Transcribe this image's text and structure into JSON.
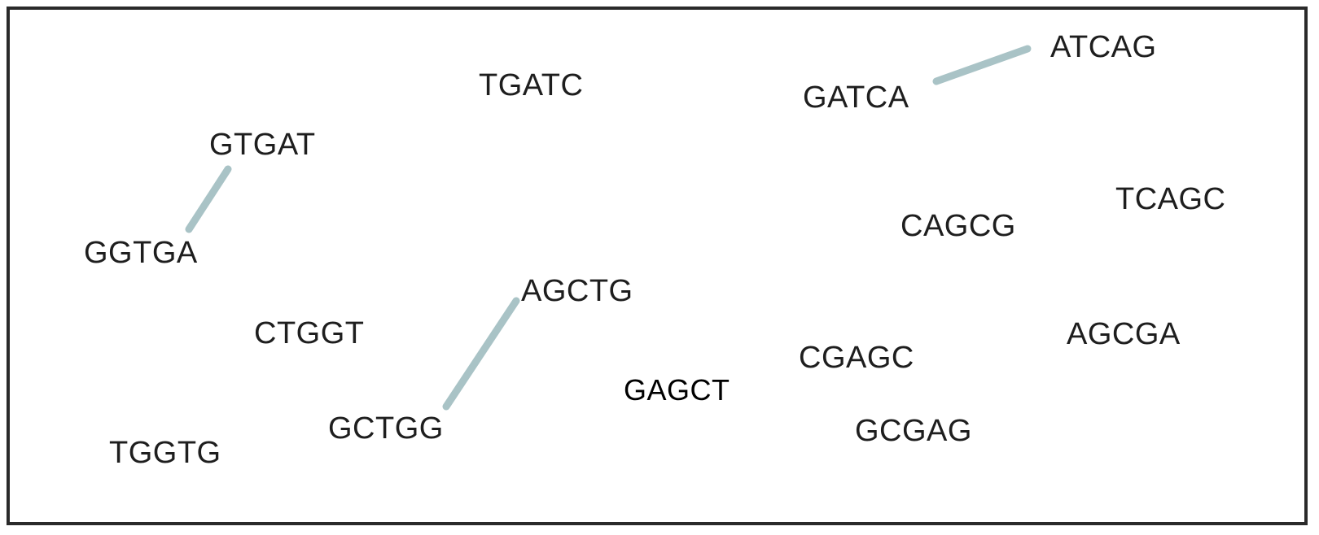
{
  "diagram": {
    "nodes": [
      {
        "id": "TGATC",
        "label": "TGATC"
      },
      {
        "id": "ATCAG",
        "label": "ATCAG"
      },
      {
        "id": "GATCA",
        "label": "GATCA"
      },
      {
        "id": "GTGAT",
        "label": "GTGAT"
      },
      {
        "id": "TCAGC",
        "label": "TCAGC"
      },
      {
        "id": "CAGCG",
        "label": "CAGCG"
      },
      {
        "id": "GGTGA",
        "label": "GGTGA"
      },
      {
        "id": "AGCTG",
        "label": "AGCTG"
      },
      {
        "id": "CTGGT",
        "label": "CTGGT"
      },
      {
        "id": "AGCGA",
        "label": "AGCGA"
      },
      {
        "id": "CGAGC",
        "label": "CGAGC"
      },
      {
        "id": "GAGCT",
        "label": "GAGCT"
      },
      {
        "id": "GCTGG",
        "label": "GCTGG"
      },
      {
        "id": "GCGAG",
        "label": "GCGAG"
      },
      {
        "id": "TGGTG",
        "label": "TGGTG"
      }
    ],
    "edges": [
      {
        "from": "GATCA",
        "to": "ATCAG"
      },
      {
        "from": "GTGAT",
        "to": "GGTGA"
      },
      {
        "from": "AGCTG",
        "to": "GCTGG"
      }
    ],
    "colors": {
      "edge": "#a9c3c6",
      "text": "#1e1e1e",
      "border": "#2a2a2a"
    }
  }
}
